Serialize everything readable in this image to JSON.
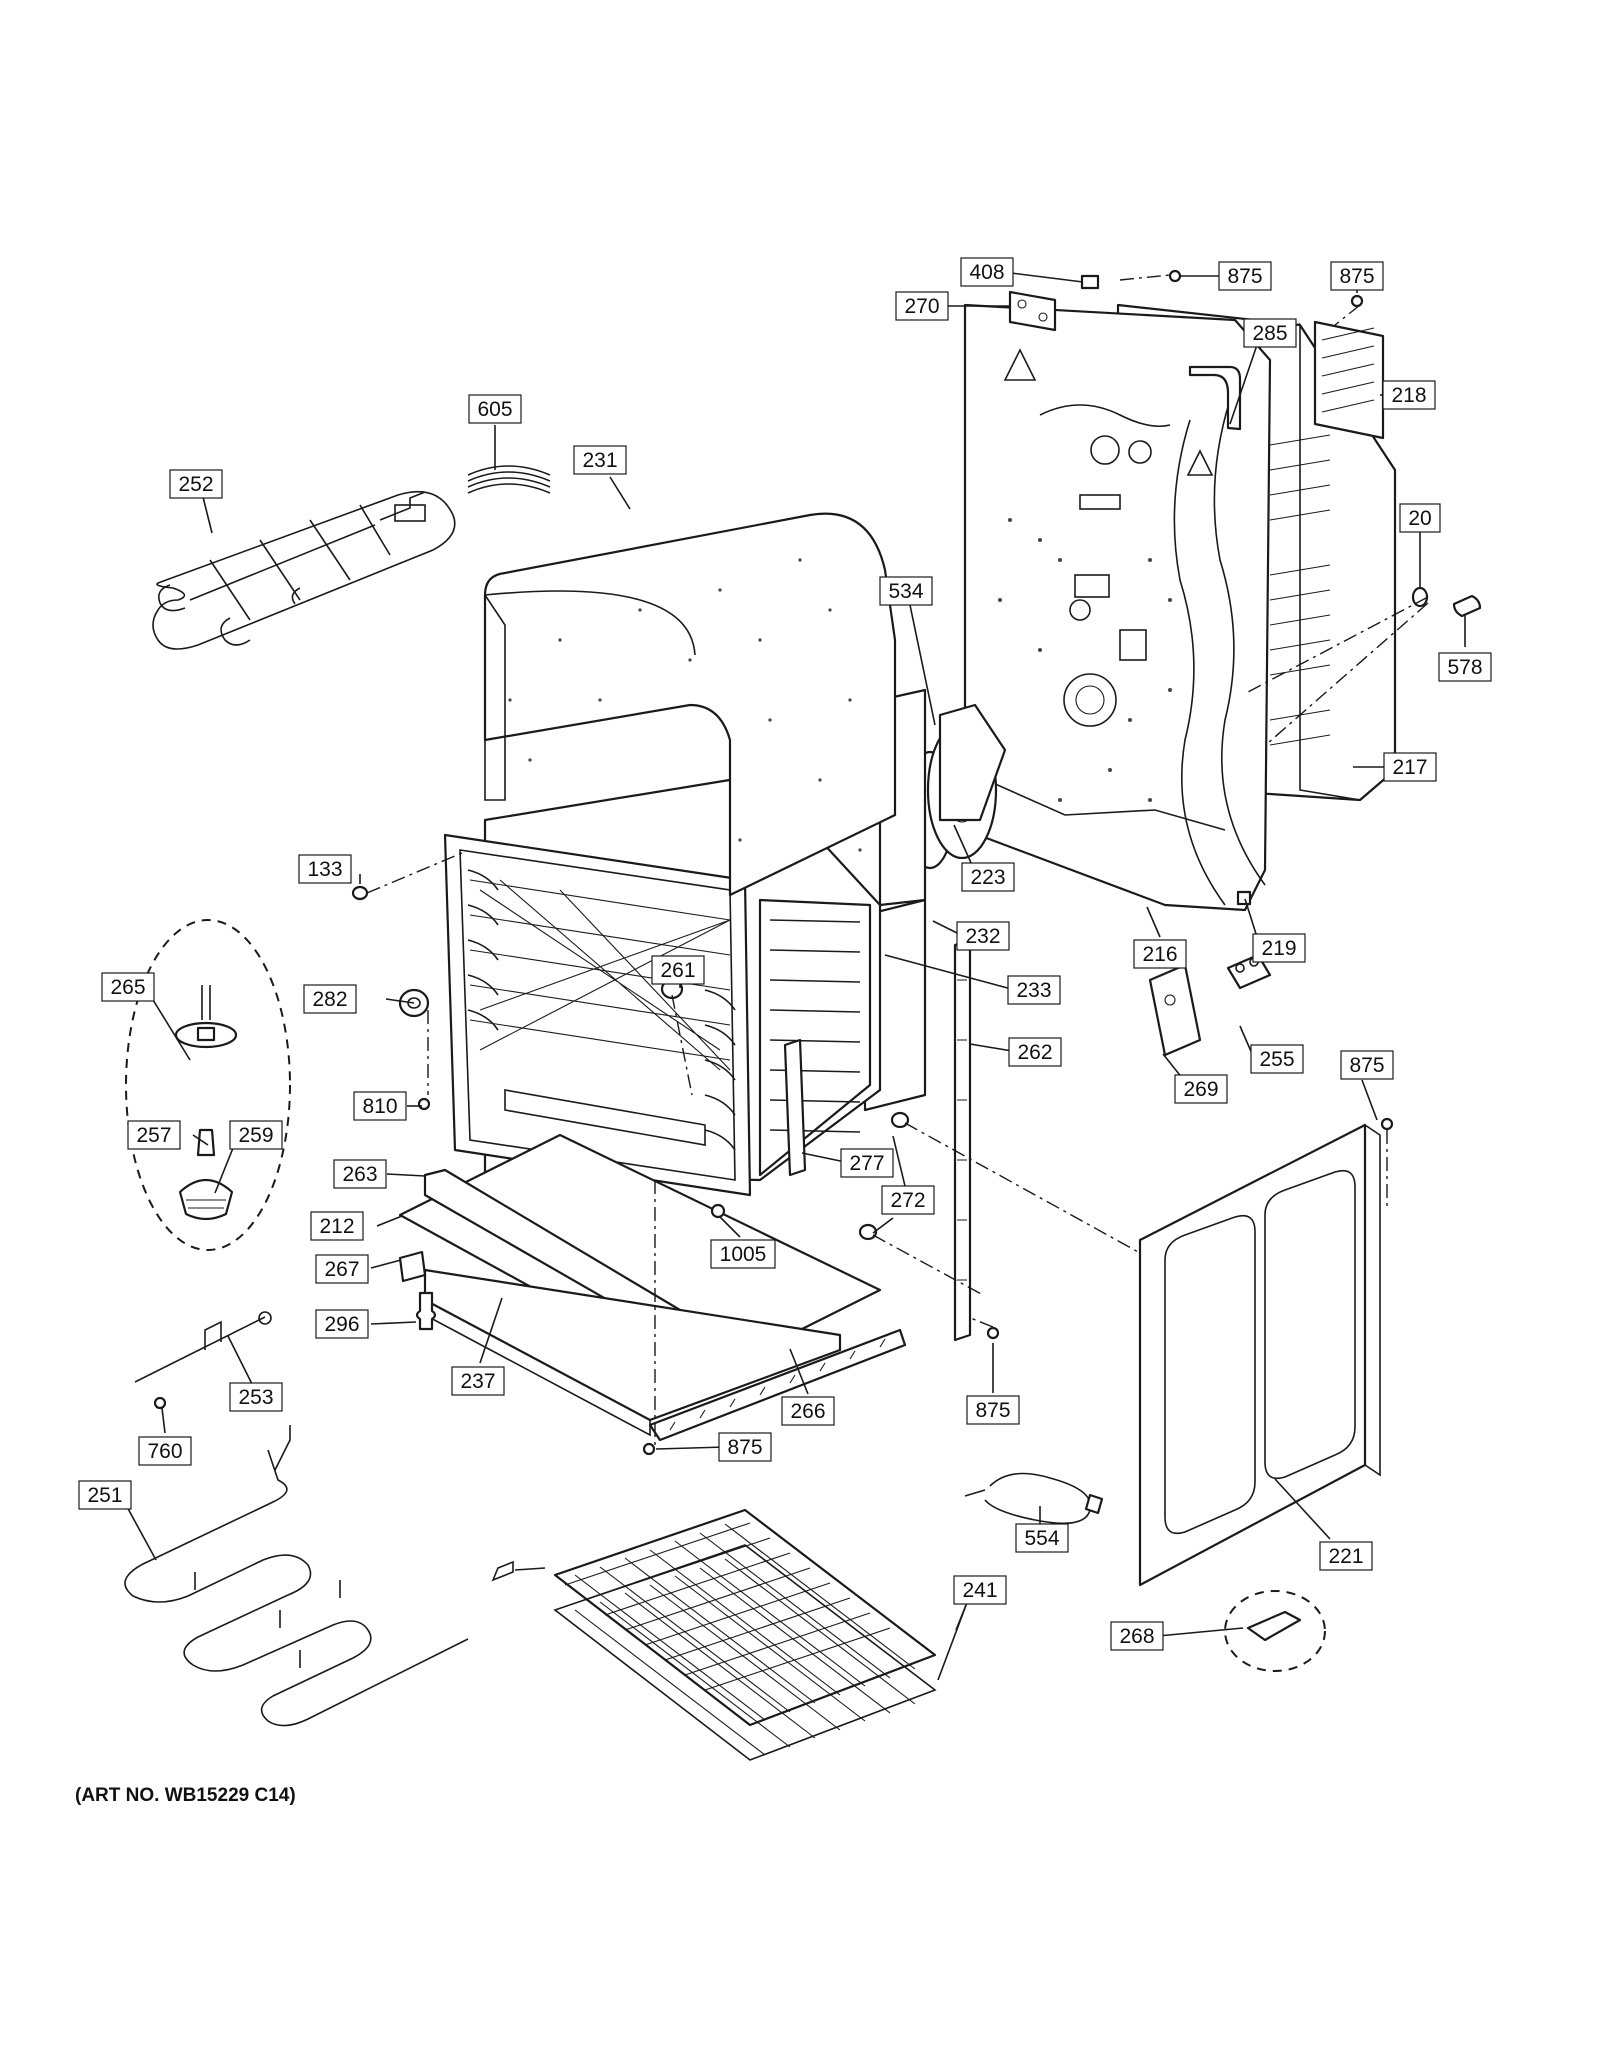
{
  "caption": "(ART NO. WB15229 C14)",
  "callouts": [
    {
      "id": "408",
      "label": "408"
    },
    {
      "id": "875a",
      "label": "875"
    },
    {
      "id": "875b",
      "label": "875"
    },
    {
      "id": "270",
      "label": "270"
    },
    {
      "id": "285",
      "label": "285"
    },
    {
      "id": "218",
      "label": "218"
    },
    {
      "id": "605",
      "label": "605"
    },
    {
      "id": "231",
      "label": "231"
    },
    {
      "id": "252",
      "label": "252"
    },
    {
      "id": "20",
      "label": "20"
    },
    {
      "id": "534",
      "label": "534"
    },
    {
      "id": "578",
      "label": "578"
    },
    {
      "id": "217",
      "label": "217"
    },
    {
      "id": "133",
      "label": "133"
    },
    {
      "id": "223",
      "label": "223"
    },
    {
      "id": "232",
      "label": "232"
    },
    {
      "id": "216",
      "label": "216"
    },
    {
      "id": "219",
      "label": "219"
    },
    {
      "id": "265",
      "label": "265"
    },
    {
      "id": "261",
      "label": "261"
    },
    {
      "id": "233",
      "label": "233"
    },
    {
      "id": "282",
      "label": "282"
    },
    {
      "id": "262",
      "label": "262"
    },
    {
      "id": "255",
      "label": "255"
    },
    {
      "id": "875c",
      "label": "875"
    },
    {
      "id": "810",
      "label": "810"
    },
    {
      "id": "269",
      "label": "269"
    },
    {
      "id": "257",
      "label": "257"
    },
    {
      "id": "259",
      "label": "259"
    },
    {
      "id": "277",
      "label": "277"
    },
    {
      "id": "263",
      "label": "263"
    },
    {
      "id": "272",
      "label": "272"
    },
    {
      "id": "212",
      "label": "212"
    },
    {
      "id": "1005",
      "label": "1005"
    },
    {
      "id": "267",
      "label": "267"
    },
    {
      "id": "296",
      "label": "296"
    },
    {
      "id": "237",
      "label": "237"
    },
    {
      "id": "253",
      "label": "253"
    },
    {
      "id": "266",
      "label": "266"
    },
    {
      "id": "875d",
      "label": "875"
    },
    {
      "id": "875e",
      "label": "875"
    },
    {
      "id": "760",
      "label": "760"
    },
    {
      "id": "554",
      "label": "554"
    },
    {
      "id": "251",
      "label": "251"
    },
    {
      "id": "221",
      "label": "221"
    },
    {
      "id": "241",
      "label": "241"
    },
    {
      "id": "268",
      "label": "268"
    }
  ]
}
